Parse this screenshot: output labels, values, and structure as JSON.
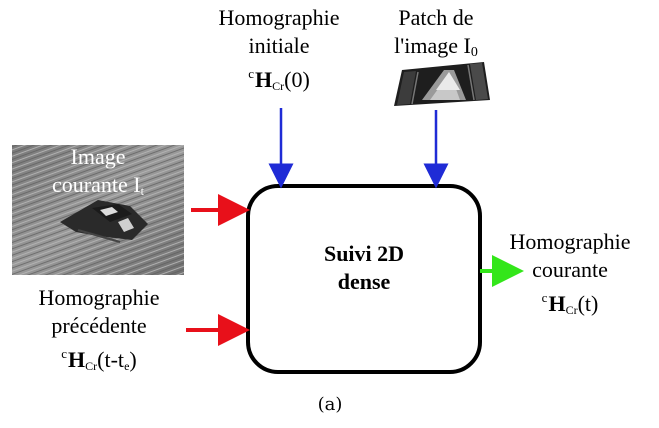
{
  "top_left_label": {
    "line1": "Homographie",
    "line2": "initiale",
    "formula_sup": "c",
    "formula_H": "H",
    "formula_sub": "Cr",
    "formula_arg": "(0)"
  },
  "top_right_label": {
    "line1": "Patch de",
    "line2_prefix": "l'image I",
    "line2_sub": "0"
  },
  "left_image_label": {
    "line1": "Image",
    "line2_prefix": "courante I",
    "line2_sub": "t"
  },
  "left_bottom_label": {
    "line1": "Homographie",
    "line2": "précédente",
    "formula_sup": "c",
    "formula_H": "H",
    "formula_sub": "Cr",
    "formula_arg_prefix": "(t-t",
    "formula_arg_sub": "e",
    "formula_arg_suffix": ")"
  },
  "right_label": {
    "line1": "Homographie",
    "line2": "courante",
    "formula_sup": "c",
    "formula_H": "H",
    "formula_sub": "Cr",
    "formula_arg": "(t)"
  },
  "center_box": {
    "line1": "Suivi 2D",
    "line2": "dense"
  },
  "caption": "(a)",
  "colors": {
    "arrow_blue": "#1f2bd6",
    "arrow_red": "#e8101a",
    "arrow_green": "#33e61a"
  }
}
